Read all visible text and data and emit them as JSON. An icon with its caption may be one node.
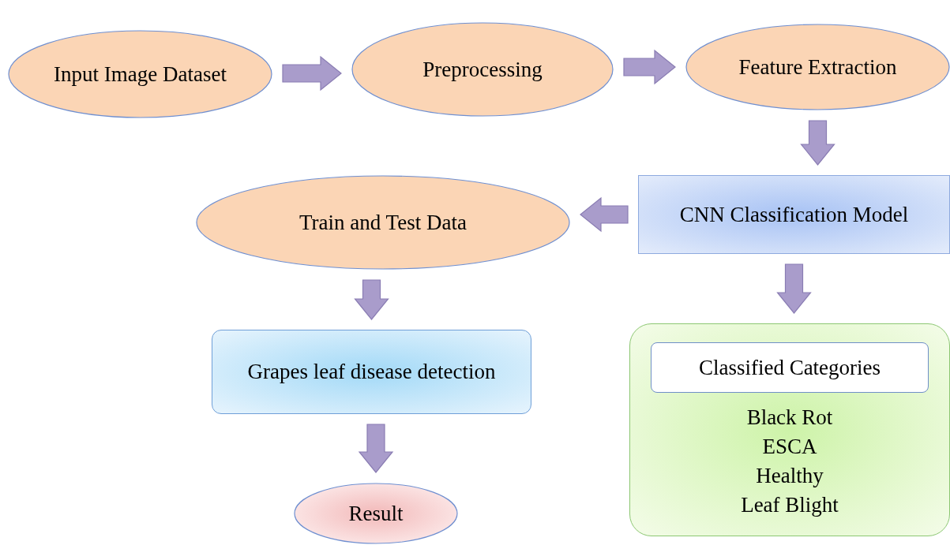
{
  "diagram": {
    "nodes": [
      {
        "text": [
          "Input Image Dataset"
        ]
      },
      {
        "text": [
          "Preprocessing"
        ]
      },
      {
        "text": [
          "Feature Extraction"
        ]
      },
      {
        "text": [
          "CNN Classification Model"
        ]
      },
      {
        "text": [
          "Train and Test Data"
        ]
      },
      {
        "text": [
          "Grapes leaf disease detection"
        ]
      },
      {
        "text": [
          "Result"
        ]
      },
      {
        "text": [
          "Black Rot",
          "ESCA",
          "Healthy",
          "Leaf Blight"
        ]
      },
      {
        "text": [
          "Classified Categories"
        ],
        "in": 7
      }
    ],
    "edges": [
      {
        "from": 0,
        "to": 1,
        "arrow": "to"
      },
      {
        "from": 1,
        "to": 2,
        "arrow": "to"
      },
      {
        "from": 2,
        "to": 3,
        "arrow": "to"
      },
      {
        "from": 3,
        "to": 4,
        "arrow": "to"
      },
      {
        "from": 4,
        "to": 5,
        "arrow": "to"
      },
      {
        "from": 5,
        "to": 6,
        "arrow": "to"
      },
      {
        "from": 3,
        "to": 7,
        "arrow": "to"
      }
    ]
  }
}
